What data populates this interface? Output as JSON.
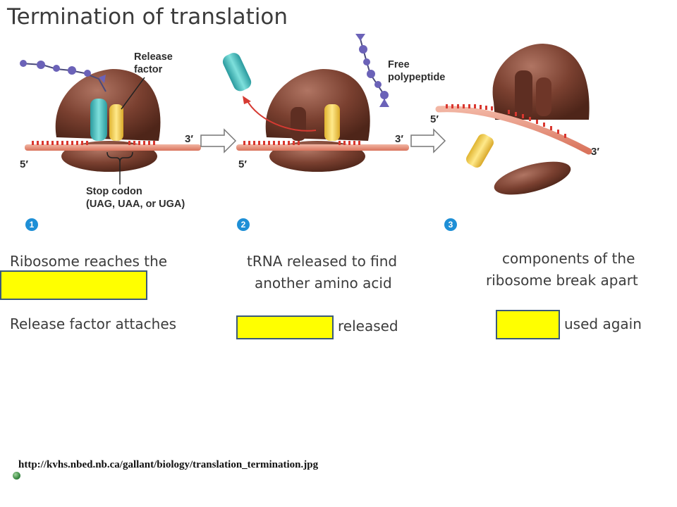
{
  "title": "Termination of translation",
  "diagram": {
    "labels": {
      "release_factor_line1": "Release",
      "release_factor_line2": "factor",
      "free_polypeptide_line1": "Free",
      "free_polypeptide_line2": "polypeptide",
      "stop_codon_line1": "Stop codon",
      "stop_codon_line2": "(UAG, UAA, or UGA)",
      "three_prime": "3′",
      "five_prime": "5′"
    },
    "step_numbers": [
      "1",
      "2",
      "3"
    ]
  },
  "captions": {
    "step1_line1": "Ribosome reaches the",
    "step1_line2": "Release factor attaches",
    "step2_line1": "tRNA released to find",
    "step2_line2": "another amino acid",
    "step2_line3": "released",
    "step3_line1": "components of the",
    "step3_line2": "ribosome break apart",
    "step3_line3": "used again"
  },
  "source_url": "http://kvhs.nbed.nb.ca/gallant/biology/translation_termination.jpg",
  "colors": {
    "ribosome": "#7a4030",
    "trna": "#3fb8b8",
    "release_factor": "#f2d35a",
    "mrna": "#d9372f",
    "polypeptide": "#6b62b8",
    "blank_fill": "#ffff00",
    "blank_border": "#3b5a7a",
    "step_circle": "#1e8fd6"
  }
}
